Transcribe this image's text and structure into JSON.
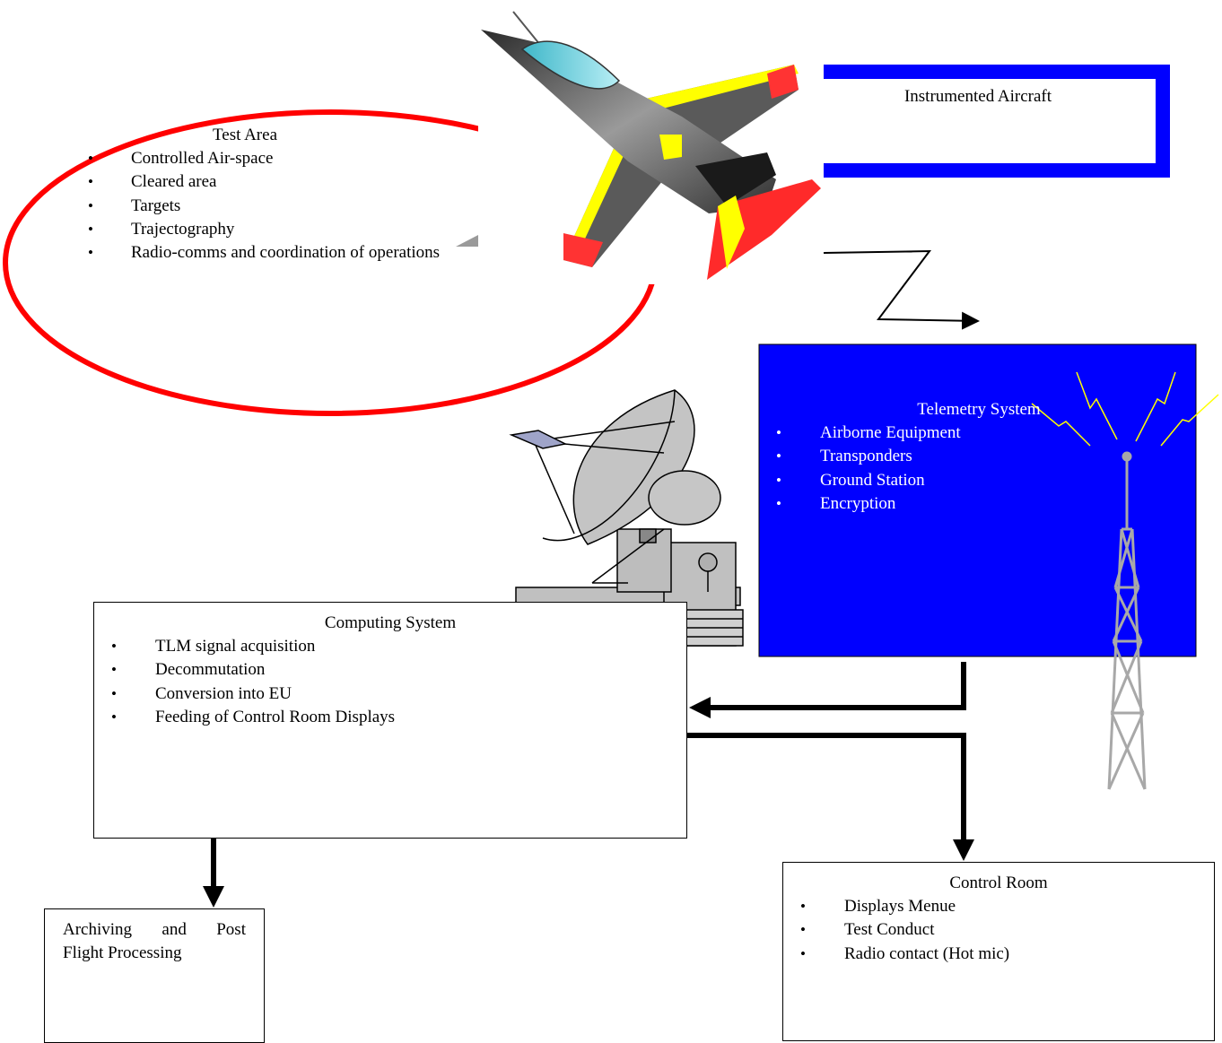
{
  "test_area": {
    "title": "Test Area",
    "items": [
      "Controlled Air-space",
      "Cleared area",
      "Targets",
      "Trajectography",
      "Radio-comms and coordination of operations"
    ]
  },
  "instrumented_aircraft": {
    "title": "Instrumented Aircraft"
  },
  "telemetry_system": {
    "title": "Telemetry System",
    "items": [
      "Airborne Equipment",
      "Transponders",
      "Ground Station",
      "Encryption"
    ]
  },
  "computing_system": {
    "title": "Computing System",
    "items": [
      "TLM signal acquisition",
      "Decommutation",
      "Conversion into EU",
      "Feeding of Control Room Displays"
    ]
  },
  "archiving": {
    "line1_word1": "Archiving",
    "line1_word2": "and",
    "line1_word3": "Post",
    "line2": "Flight Processing"
  },
  "control_room": {
    "title": "Control Room",
    "items": [
      "Displays Menue",
      "Test Conduct",
      "Radio contact (Hot mic)"
    ]
  },
  "colors": {
    "ellipse": "#ff0000",
    "telemetry_fill": "#0000ff",
    "aircraft_frame": "#0000ff",
    "signal": "#ffff00"
  }
}
